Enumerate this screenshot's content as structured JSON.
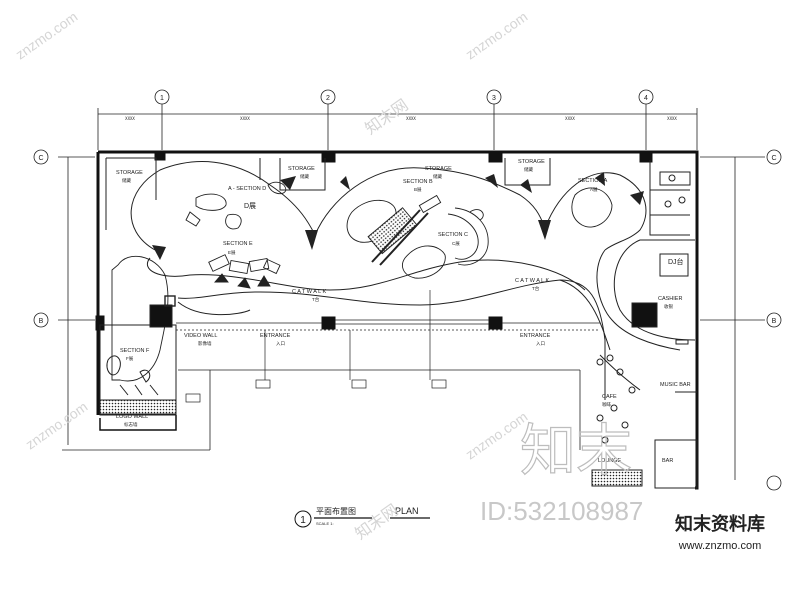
{
  "drawing": {
    "title_cn": "平面布置图",
    "title_en": "PLAN",
    "view_number": "1",
    "scale_note": "SCALE 1:",
    "grid_columns": [
      "1",
      "2",
      "3",
      "4"
    ],
    "grid_rows": [
      "C",
      "B"
    ],
    "dimension_note": "XXXX"
  },
  "labels": {
    "storage_left": "STORAGE",
    "storage_left_cn": "储藏",
    "storage_mid": "STORAGE",
    "storage_mid_cn": "储藏",
    "storage_c": "STORAGE",
    "storage_c_cn": "储藏",
    "storage_d": "STORAGE",
    "storage_d_cn": "储藏",
    "section_d_a": "A - SECTION D",
    "section_d_cn": "D展",
    "section_e": "SECTION E",
    "section_e_cn": "E展",
    "section_b": "SECTION B",
    "section_b_cn": "B展",
    "section_c": "SECTION C",
    "section_c_cn": "C展",
    "section_a": "SECTION A",
    "section_a_cn": "A展",
    "catwalk_left": "C A T W A L K",
    "catwalk_left_cn": "T台",
    "catwalk_right": "C A T W A L K",
    "catwalk_right_cn": "T台",
    "video_wall": "VIDEO WALL",
    "video_wall_cn": "影像墙",
    "entrance_a": "ENTRANCE",
    "entrance_a_cn": "入口",
    "entrance_b": "ENTRANCE",
    "entrance_b_cn": "入口",
    "section_f": "SECTION F",
    "section_f_cn": "F展",
    "logo_wall": "LOGO WALL",
    "logo_wall_cn": "标志墙",
    "dj": "DJ台",
    "cashier": "CASHIER",
    "cashier_cn": "收银",
    "music_bar": "MUSIC BAR",
    "cafe": "CAFE",
    "cafe_cn": "咖啡",
    "lounge": "LOUNGE",
    "bar": "BAR"
  },
  "watermarks": {
    "site_a": "znzmo.com",
    "site_cn": "知末网",
    "big_logo": "知末",
    "id_text": "ID:532108987",
    "brand_cn": "知末资料库",
    "brand_url": "www.znzmo.com"
  }
}
